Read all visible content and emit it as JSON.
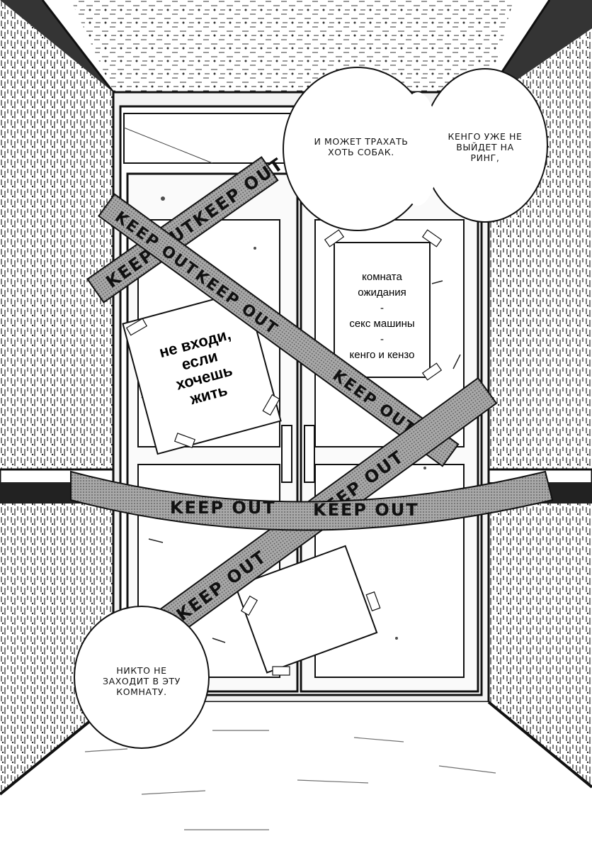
{
  "bubbles": {
    "top_left": "И МОЖЕТ ТРАХАТЬ ХОТЬ СОБАК.",
    "top_right": "КЕНГО УЖЕ НЕ ВЫЙДЕТ НА РИНГ,",
    "bottom_left": "НИКТО НЕ ЗАХОДИТ В ЭТУ КОМНАТУ."
  },
  "signs": {
    "left_sign": [
      "не входи,",
      "если",
      "хочешь",
      "жить"
    ],
    "right_sign": [
      "комната",
      "ожидания",
      "-",
      "секс машины",
      "-",
      "кенго и кензо"
    ]
  },
  "tape": {
    "label": "KEEP OUT"
  },
  "colors": {
    "ink": "#111111",
    "tape": "#9a9a9a",
    "paper": "#ffffff"
  }
}
